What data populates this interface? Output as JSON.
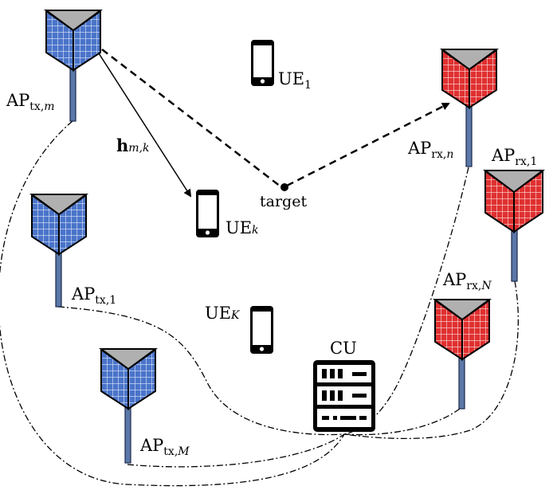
{
  "labels": {
    "ap_tx_m": {
      "base": "AP",
      "sub": "tx,",
      "subi": "m"
    },
    "ap_tx_1": {
      "base": "AP",
      "sub": "tx,1",
      "subi": ""
    },
    "ap_tx_M": {
      "base": "AP",
      "sub": "tx,",
      "subi": "M"
    },
    "ap_rx_n": {
      "base": "AP",
      "sub": "rx,",
      "subi": "n"
    },
    "ap_rx_1": {
      "base": "AP",
      "sub": "rx,1",
      "subi": ""
    },
    "ap_rx_N": {
      "base": "AP",
      "sub": "rx,",
      "subi": "N"
    },
    "ue_1": {
      "base": "UE",
      "sub": "1",
      "subi": ""
    },
    "ue_k": {
      "base": "UE",
      "sub": "",
      "subi": "k"
    },
    "ue_K": {
      "base": "UE",
      "sub": "",
      "subi": "K"
    },
    "channel": {
      "base": "h",
      "sub": "",
      "subi": "m,k"
    },
    "target": "target",
    "cu": "CU"
  },
  "colors": {
    "tx_ap": "#4a74c9",
    "rx_ap": "#e03030",
    "ap_top": "#b0b0b0",
    "pole": "#5b78a8",
    "ink": "#000000"
  }
}
